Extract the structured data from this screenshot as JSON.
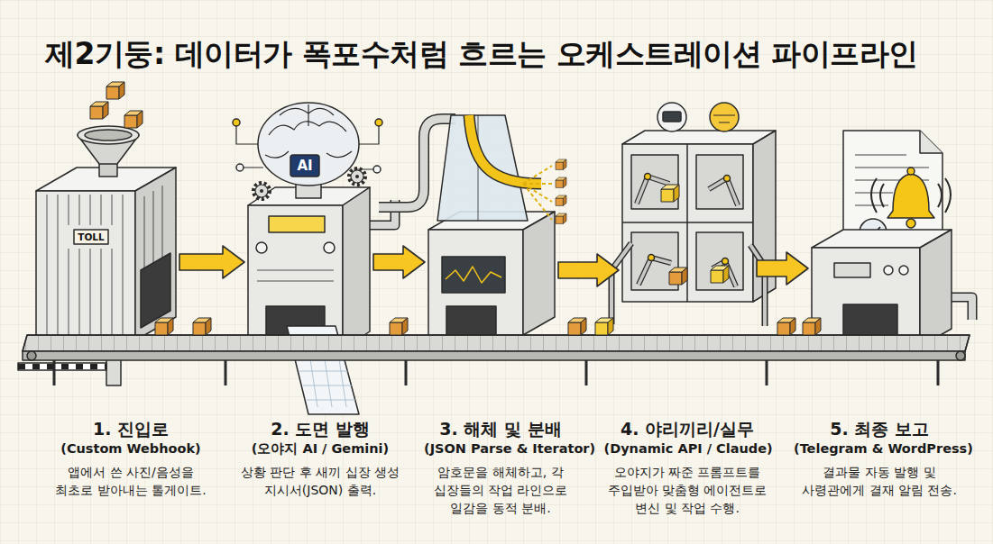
{
  "diagram": {
    "title": "제2기둥: 데이터가 폭포수처럼 흐르는 오케스트레이션 파이프라인",
    "nodes": [
      {
        "text": [
          "1. 진입로",
          "(Custom Webhook)",
          "앱에서 쓴 사진/음성을 최초로 받아내는 톨게이트."
        ]
      },
      {
        "text": [
          "2. 도면 발행",
          "(오야지 AI / Gemini)",
          "상황 판단 후 새끼 십장 생성 지시서(JSON) 출력."
        ]
      },
      {
        "text": [
          "3. 해체 및 분배",
          "(JSON Parse & Iterator)",
          "암호문을 해체하고, 각 십장들의 작업 라인으로 일감을 동적 분배."
        ]
      },
      {
        "text": [
          "4. 야리끼리/실무",
          "(Dynamic API / Claude)",
          "오야지가 짜준 프롬프트를 주입받아 맞춤형 에이전트로 변신 및 작업 수행."
        ]
      },
      {
        "text": [
          "5. 최종 보고",
          "(Telegram & WordPress)",
          "결과물 자동 발행 및 사령관에게 결재 알림 전송."
        ]
      }
    ],
    "edges": [
      {
        "from": 0,
        "to": 1,
        "arrow": "to"
      },
      {
        "from": 1,
        "to": 2,
        "arrow": "to"
      },
      {
        "from": 2,
        "to": 3,
        "arrow": "to"
      },
      {
        "from": 3,
        "to": 4,
        "arrow": "to"
      }
    ],
    "labels": [
      "TOLL",
      "AI"
    ]
  }
}
